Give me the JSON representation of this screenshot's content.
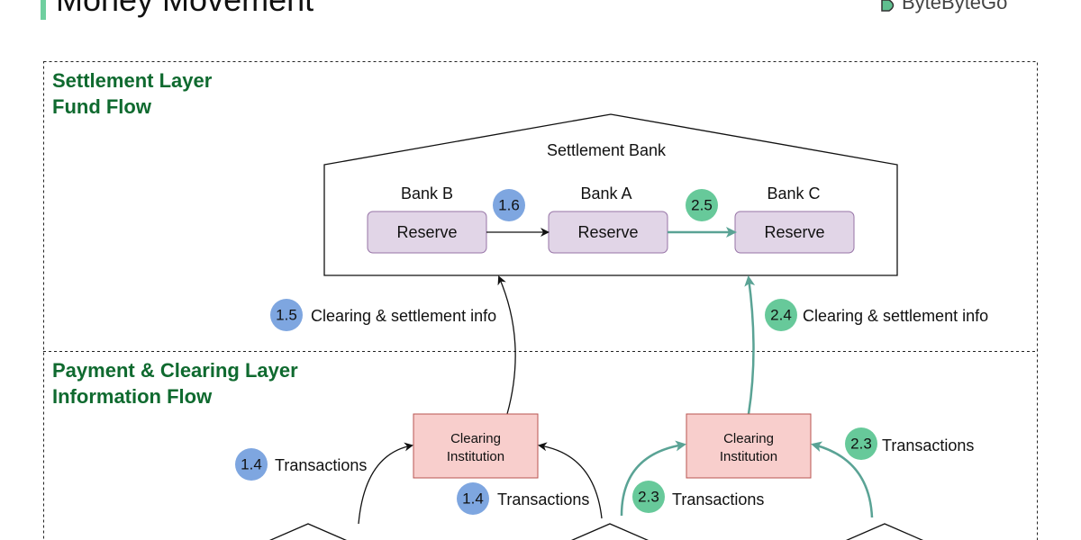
{
  "header": {
    "title": "Money Movement",
    "logo": "ByteByteGo"
  },
  "colors": {
    "accent_bar": "#6fcf9f",
    "layer_title": "#0f6a2f",
    "blue_badge": "#7ea6e0",
    "green_badge": "#67c99a",
    "green_arrow": "#5aa395",
    "reserve_fill": "#e1d5e7",
    "reserve_stroke": "#9673a6",
    "clearing_fill": "#f8cecc",
    "clearing_stroke": "#b85450"
  },
  "settlement_layer": {
    "title_line1": "Settlement Layer",
    "title_line2": "Fund Flow",
    "bank_title": "Settlement Bank",
    "banks": [
      {
        "name": "Bank B",
        "box": "Reserve"
      },
      {
        "name": "Bank A",
        "box": "Reserve"
      },
      {
        "name": "Bank C",
        "box": "Reserve"
      }
    ],
    "steps": [
      {
        "id": "1.6"
      },
      {
        "id": "2.5"
      },
      {
        "id": "1.5",
        "label": "Clearing & settlement info"
      },
      {
        "id": "2.4",
        "label": "Clearing & settlement info"
      }
    ]
  },
  "clearing_layer": {
    "title_line1": "Payment & Clearing Layer",
    "title_line2": "Information Flow",
    "institutions": [
      {
        "line1": "Clearing",
        "line2": "Institution"
      },
      {
        "line1": "Clearing",
        "line2": "Institution"
      }
    ],
    "steps": [
      {
        "id": "1.4",
        "label": "Transactions"
      },
      {
        "id": "1.4",
        "label": "Transactions"
      },
      {
        "id": "2.3",
        "label": "Transactions"
      },
      {
        "id": "2.3",
        "label": "Transactions"
      }
    ]
  }
}
